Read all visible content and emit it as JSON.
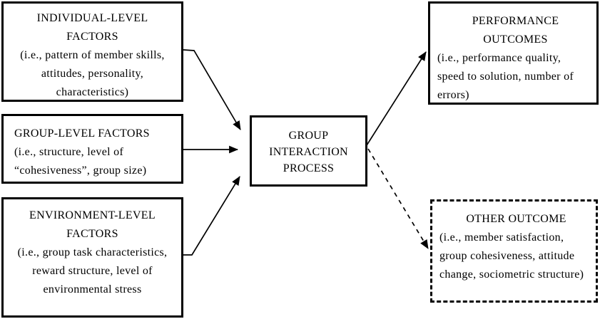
{
  "boxes": {
    "individual_factors": {
      "heading": [
        "INDIVIDUAL-LEVEL",
        "FACTORS"
      ],
      "body": [
        "(i.e., pattern of member skills,",
        "attitudes, personality,",
        "characteristics)"
      ]
    },
    "group_factors": {
      "heading": [
        "GROUP-LEVEL FACTORS"
      ],
      "body": [
        "(i.e., structure, level of",
        "“cohesiveness”, group size)"
      ]
    },
    "environment_factors": {
      "heading": [
        "ENVIRONMENT-LEVEL",
        "FACTORS"
      ],
      "body": [
        "(i.e., group task characteristics,",
        "reward structure, level of",
        "environmental stress"
      ]
    },
    "process": {
      "heading": [
        "GROUP",
        "INTERACTION",
        "PROCESS"
      ]
    },
    "performance_outcomes": {
      "heading": [
        "PERFORMANCE",
        "OUTCOMES"
      ],
      "body": [
        "(i.e., performance quality,",
        "speed to solution, number of",
        "errors)"
      ]
    },
    "other_outcome": {
      "heading": [
        "OTHER OUTCOME"
      ],
      "body": [
        "(i.e., member satisfaction,",
        "group cohesiveness, attitude",
        "change, sociometric structure)"
      ]
    }
  },
  "colors": {
    "ink": "#000000",
    "background": "#ffffff"
  }
}
